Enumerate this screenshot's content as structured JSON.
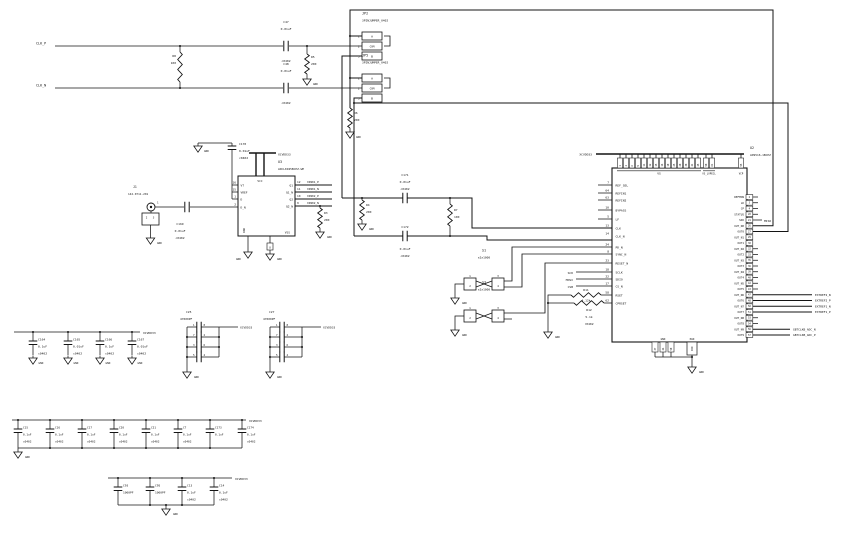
{
  "schematic": {
    "power_net": "XCVDD33",
    "ground_net": "GND",
    "inputs": {
      "clk_p": "CLK_P",
      "clk_n": "CLK_N"
    },
    "spi": {
      "sck": "SCK",
      "mosi": "MOSI",
      "csb": "CSB",
      "miso": "MISO"
    },
    "outputs": {
      "extref2_n": "EXTREF2_N",
      "extref2_p": "EXTREF2_P",
      "extref1_n": "EXTREF1_N",
      "extref1_p": "EXTREF1_P",
      "gbtclkb_adc_n": "GBTCLKB_ADC_N",
      "gbtclkb_adc_p": "GBTCLKB_ADC_P"
    }
  },
  "components": {
    "C47": {
      "ref": "C47",
      "value": "0.01uF",
      "fp": "c0402"
    },
    "C48": {
      "ref": "C48",
      "value": "0.01uF",
      "fp": "c0402"
    },
    "C169": {
      "ref": "C169",
      "value": "0.01uF",
      "fp": "c0402"
    },
    "C170": {
      "ref": "C170",
      "value": "0.01uF",
      "fp": "c0402"
    },
    "C171": {
      "ref": "C171",
      "value": "0.01uF",
      "fp": "c0402"
    },
    "C172": {
      "ref": "C172",
      "value": "0.01uF",
      "fp": "c0402"
    },
    "R8": {
      "ref": "R8",
      "value": "100"
    },
    "R5": {
      "ref": "R5",
      "value": "200"
    },
    "R6": {
      "ref": "R6",
      "value": "200"
    },
    "R3": {
      "ref": "R3",
      "value": "200"
    },
    "R4": {
      "ref": "R4",
      "value": "200"
    },
    "R7": {
      "ref": "R7",
      "value": "100"
    },
    "R11": {
      "ref": "R11",
      "value": "4.12k"
    },
    "R12": {
      "ref": "R12",
      "value": "5.1k",
      "fp": "r0402"
    },
    "C164": {
      "ref": "C164",
      "value": "0.1uF",
      "fp": "c0402"
    },
    "C165": {
      "ref": "C165",
      "value": "0.01uF",
      "fp": "c0402"
    },
    "C166": {
      "ref": "C166",
      "value": "0.1uF",
      "fp": "c0402"
    },
    "C167": {
      "ref": "C167",
      "value": "0.01uF",
      "fp": "c0402"
    },
    "C15": {
      "ref": "C15",
      "value": "0.1uF",
      "fp": "c0402"
    },
    "C16": {
      "ref": "C16",
      "value": "0.1uF",
      "fp": "c0402"
    },
    "C17": {
      "ref": "C17",
      "value": "0.1uF",
      "fp": "c0402"
    },
    "C20": {
      "ref": "C20",
      "value": "0.1uF",
      "fp": "c0402"
    },
    "C21": {
      "ref": "C21",
      "value": "0.1uF",
      "fp": "c0402"
    },
    "C7": {
      "ref": "C7",
      "value": "0.1uF",
      "fp": "c0402"
    },
    "C173": {
      "ref": "C173",
      "value": "0.1uF",
      "fp": ""
    },
    "C174": {
      "ref": "C174",
      "value": "0.1uF",
      "fp": "c0402"
    },
    "C93": {
      "ref": "C93",
      "value": "1000PF",
      "fp": ""
    },
    "C95": {
      "ref": "C95",
      "value": "1000PF",
      "fp": ""
    },
    "C13": {
      "ref": "C13",
      "value": "0.1uF",
      "fp": "c0402"
    },
    "C14": {
      "ref": "C14",
      "value": "0.1uF",
      "fp": "c0402"
    }
  },
  "j1": {
    "ref": "J1",
    "part": "142-0711-201",
    "pins": [
      "1",
      "2",
      "3"
    ]
  },
  "jumpers": {
    "jp2": {
      "ref": "JP2",
      "part": "3PINJUMPER_0402",
      "pins": [
        [
          "1",
          "A"
        ],
        [
          "2",
          "COM"
        ],
        [
          "3",
          "B"
        ]
      ]
    },
    "jp5": {
      "ref": "JP5",
      "part": "3PINJUMPER_0402",
      "pins": [
        [
          "1",
          "A"
        ],
        [
          "2",
          "COM"
        ],
        [
          "3",
          "B"
        ]
      ]
    }
  },
  "switches": {
    "s1": {
      "ref": "S1",
      "part": "s2x1000",
      "pins": [
        "1",
        "2",
        "3",
        "4"
      ]
    },
    "s3": {
      "ref": "S3",
      "part": "s2x1000",
      "pins": [
        "1",
        "2",
        "3",
        "4"
      ]
    }
  },
  "u3": {
    "ref": "U3",
    "part": "ADCLK925BCPZ-WP",
    "vcc": "VCC",
    "vss": "VSS",
    "pad": "PAD",
    "vss_pin": "8",
    "left_pins": [
      [
        "16",
        "VT"
      ],
      [
        "15",
        "VREF"
      ],
      [
        "1",
        "D"
      ],
      [
        "2",
        "D_N"
      ]
    ],
    "right_pins": [
      [
        "12",
        "Q1",
        "XIN01_P"
      ],
      [
        "11",
        "Q1_N",
        "XIN01_N"
      ],
      [
        "10",
        "Q2",
        "XIN02_P"
      ],
      [
        "9",
        "Q2_N",
        "XIN02_N"
      ]
    ]
  },
  "u2": {
    "ref": "U2",
    "part": "AD9516-1BCPZ",
    "left_pins": [
      [
        "7",
        "REF_SEL"
      ],
      [
        "64",
        "REFIN1"
      ],
      [
        "63",
        "REFIN2"
      ],
      [
        "10",
        "BYPASS"
      ],
      [
        "5",
        "LF"
      ],
      [
        "13",
        "CLK"
      ],
      [
        "14",
        "CLK_N"
      ],
      [
        "24",
        "PD_N"
      ],
      [
        "8",
        "SYNC_N"
      ],
      [
        "23",
        "RESET_N"
      ],
      [
        "18",
        "SCLK"
      ],
      [
        "22",
        "SDIO"
      ],
      [
        "17",
        "CS_N"
      ],
      [
        "58",
        "RSET"
      ],
      [
        "62",
        "CPRSET"
      ]
    ],
    "right_pins": [
      [
        "2",
        "REFMON"
      ],
      [
        "3",
        "LD"
      ],
      [
        "4",
        "CP"
      ],
      [
        "20",
        "STATUS"
      ],
      [
        "21",
        "SDO"
      ],
      [
        "26",
        "OUT_N0"
      ],
      [
        "27",
        "OUT0"
      ],
      [
        "29",
        "OUT_N1"
      ],
      [
        "30",
        "OUT1"
      ],
      [
        "32",
        "OUT_N2"
      ],
      [
        "33",
        "OUT2"
      ],
      [
        "35",
        "OUT_N3"
      ],
      [
        "36",
        "OUT3"
      ],
      [
        "39",
        "OUT_N4"
      ],
      [
        "40",
        "OUT4"
      ],
      [
        "42",
        "OUT_N5"
      ],
      [
        "43",
        "OUT5"
      ],
      [
        "47",
        "OUT_N6"
      ],
      [
        "48",
        "OUT6"
      ],
      [
        "50",
        "OUT_N7"
      ],
      [
        "51",
        "OUT7"
      ],
      [
        "53",
        "OUT_N8"
      ],
      [
        "54",
        "OUT8"
      ],
      [
        "56",
        "OUT_N9"
      ],
      [
        "57",
        "OUT9"
      ]
    ],
    "top_pins": {
      "vs": {
        "label": "VS",
        "numbers": [
          "1",
          "4",
          "6",
          "9",
          "11",
          "12",
          "15",
          "16",
          "19",
          "25",
          "28",
          "38",
          "41",
          "45"
        ]
      },
      "vs_lvpecl": {
        "label": "VS_LVPECL",
        "numbers": [
          "58",
          "61"
        ]
      },
      "vcp": {
        "label": "VCP",
        "numbers": [
          "55"
        ]
      }
    },
    "bottom_pins": {
      "gnd_label": "GND",
      "numbers": [
        "37",
        "44",
        "59"
      ],
      "pad": "PAD"
    }
  },
  "cap_arrays": {
    "c25": {
      "ref": "C25",
      "value": "47000PF",
      "pin_rows": [
        [
          "1",
          "8"
        ],
        [
          "7",
          "2"
        ],
        [
          "3",
          "6"
        ],
        [
          "5",
          "4"
        ]
      ]
    },
    "c27": {
      "ref": "C27",
      "value": "47000PF",
      "pin_rows": [
        [
          "1",
          "8"
        ],
        [
          "7",
          "2"
        ],
        [
          "3",
          "6"
        ],
        [
          "5",
          "4"
        ]
      ]
    }
  },
  "cap_banks": {
    "bank1": [
      "C164",
      "C165",
      "C166",
      "C167"
    ],
    "bank2": [
      "C15",
      "C16",
      "C17",
      "C20",
      "C21",
      "C7",
      "C173",
      "C174"
    ],
    "bank3": [
      "C93",
      "C95",
      "C13",
      "C14"
    ]
  }
}
